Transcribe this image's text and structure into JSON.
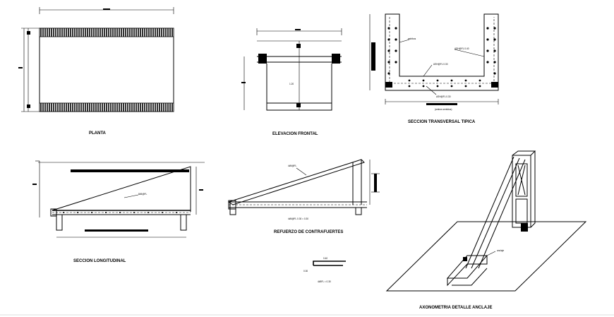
{
  "titles": {
    "planta": "PLANTA",
    "elevacion": "ELEVACION FRONTAL",
    "seccion_transversal": "SECCION TRANSVERSAL TIPICA",
    "seccion_longitudinal": "SECCION LONGITUDINAL",
    "refuerzo": "REFUERZO DE CONTRAFUERTES",
    "axonometria": "AXONOMETRIA DETALLE ANCLAJE"
  },
  "notes": {
    "refuerzo_bar": "4#5@FL 0.30 = 0.30",
    "detail_top": "0.40",
    "detail_side": "0.30",
    "detail_bottom": "4#5FL = 0.30",
    "anclaje_label": "anclaje"
  }
}
